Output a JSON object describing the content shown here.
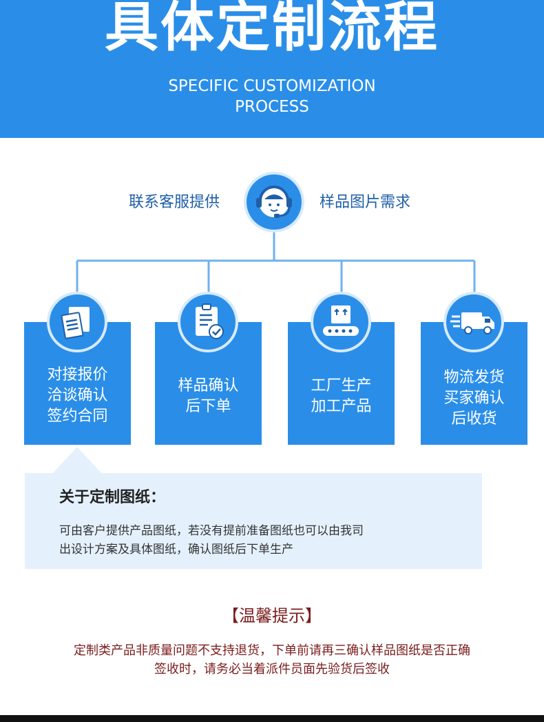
{
  "header": {
    "title": "具体定制流程",
    "subtitle_line1": "SPECIFIC CUSTOMIZATION",
    "subtitle_line2": "PROCESS"
  },
  "service": {
    "left_label": "联系客服提供",
    "right_label": "样品图片需求",
    "icon": "customer-service-headset-icon"
  },
  "steps": [
    {
      "icon": "documents-box-icon",
      "lines": [
        "对接报价",
        "洽谈确认",
        "签约合同"
      ]
    },
    {
      "icon": "clipboard-check-icon",
      "lines": [
        "样品确认",
        "后下单"
      ]
    },
    {
      "icon": "factory-conveyor-icon",
      "lines": [
        "工厂生产",
        "加工产品"
      ]
    },
    {
      "icon": "delivery-truck-icon",
      "lines": [
        "物流发货",
        "买家确认",
        "后收货"
      ]
    }
  ],
  "note": {
    "title": "关于定制图纸：",
    "line1": "可由客户提供产品图纸，若没有提前准备图纸也可以由我司",
    "line2": "出设计方案及具体图纸，确认图纸后下单生产"
  },
  "tips": {
    "title": "【温馨提示】",
    "line1": "定制类产品非质量问题不支持退货，下单前请再三确认样品图纸是否正确",
    "line2": "签收时，请务必当着派件员面先验货后签收"
  },
  "colors": {
    "brand_blue": "#2a8ee8",
    "ring": "#d7eafc",
    "note_bg": "#e4f1fd",
    "tip_red": "#7a1c1c"
  }
}
